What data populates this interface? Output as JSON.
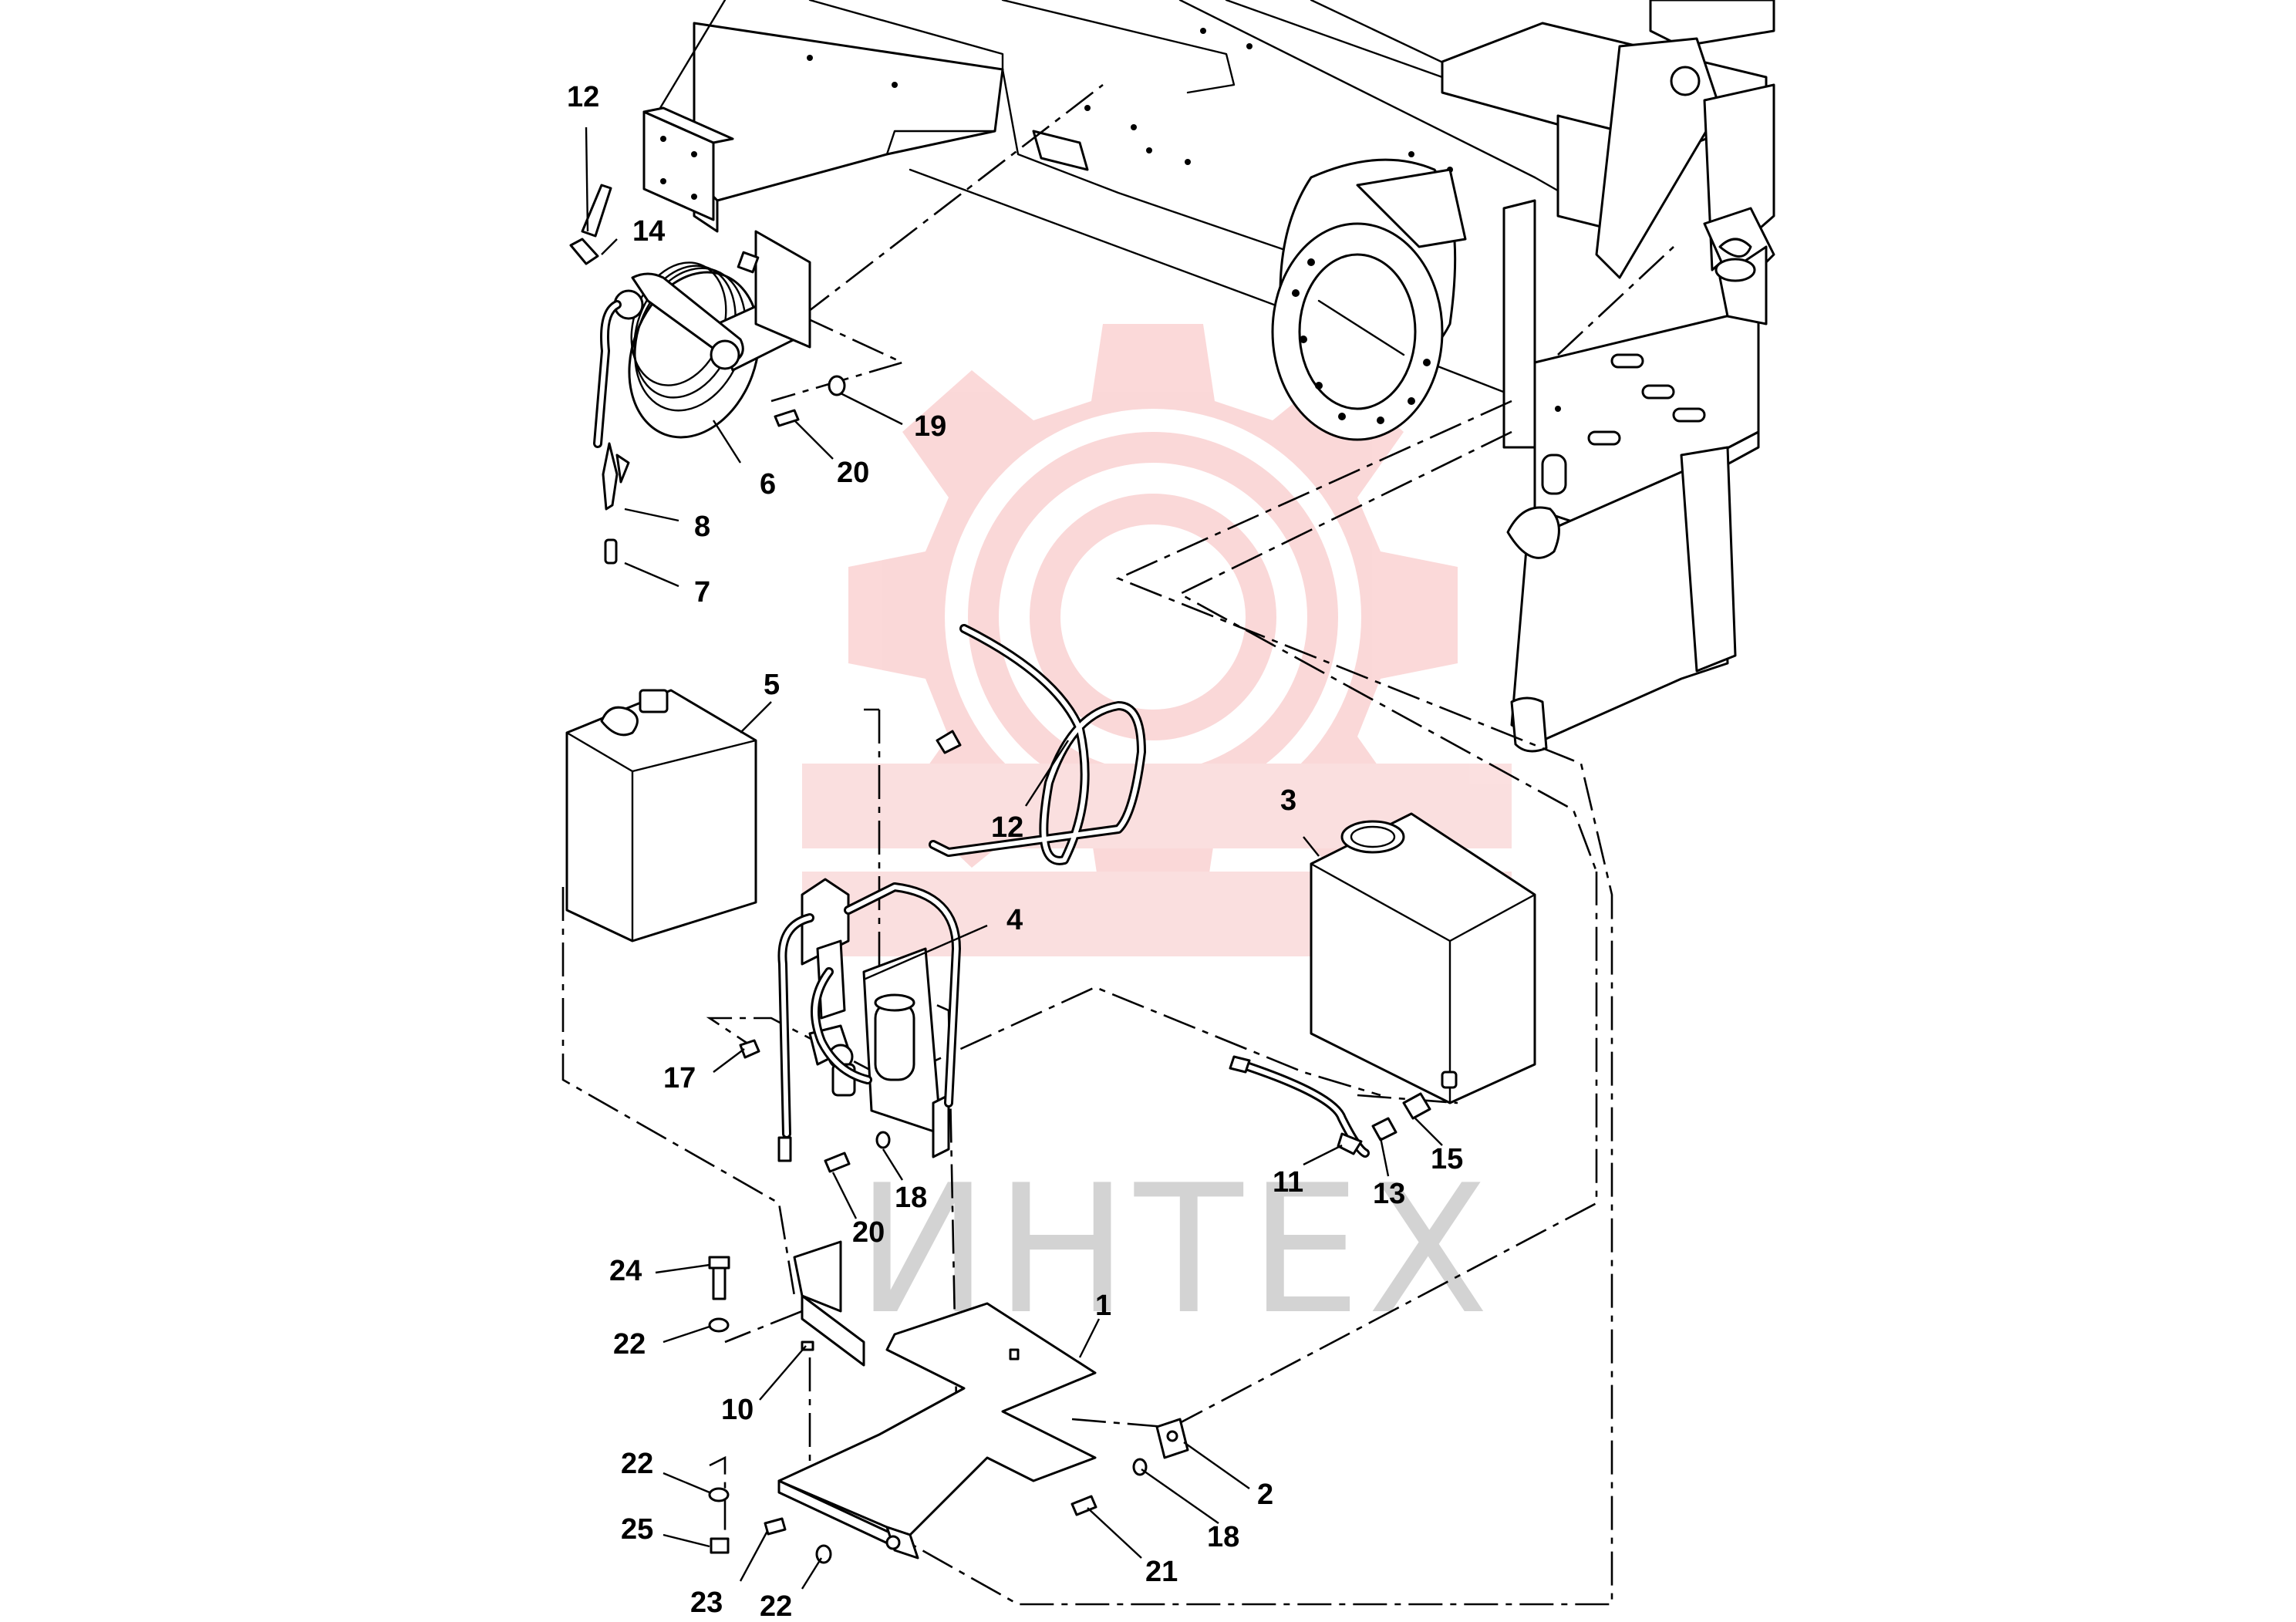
{
  "diagram": {
    "watermark": {
      "text": "ИНТЕХ",
      "logo": "gear-logo-watermark",
      "color": "#f8c8c8"
    },
    "callouts": [
      {
        "id": "c-1",
        "label": "1"
      },
      {
        "id": "c-2",
        "label": "2"
      },
      {
        "id": "c-3",
        "label": "3"
      },
      {
        "id": "c-4",
        "label": "4"
      },
      {
        "id": "c-5",
        "label": "5"
      },
      {
        "id": "c-6",
        "label": "6"
      },
      {
        "id": "c-7",
        "label": "7"
      },
      {
        "id": "c-8",
        "label": "8"
      },
      {
        "id": "c-10",
        "label": "10"
      },
      {
        "id": "c-11",
        "label": "11"
      },
      {
        "id": "c-12a",
        "label": "12"
      },
      {
        "id": "c-12b",
        "label": "12"
      },
      {
        "id": "c-13",
        "label": "13"
      },
      {
        "id": "c-14",
        "label": "14"
      },
      {
        "id": "c-15",
        "label": "15"
      },
      {
        "id": "c-17",
        "label": "17"
      },
      {
        "id": "c-18a",
        "label": "18"
      },
      {
        "id": "c-18b",
        "label": "18"
      },
      {
        "id": "c-19",
        "label": "19"
      },
      {
        "id": "c-20a",
        "label": "20"
      },
      {
        "id": "c-20b",
        "label": "20"
      },
      {
        "id": "c-21",
        "label": "21"
      },
      {
        "id": "c-22a",
        "label": "22"
      },
      {
        "id": "c-22b",
        "label": "22"
      },
      {
        "id": "c-22c",
        "label": "22"
      },
      {
        "id": "c-23",
        "label": "23"
      },
      {
        "id": "c-24",
        "label": "24"
      },
      {
        "id": "c-25",
        "label": "25"
      }
    ]
  }
}
